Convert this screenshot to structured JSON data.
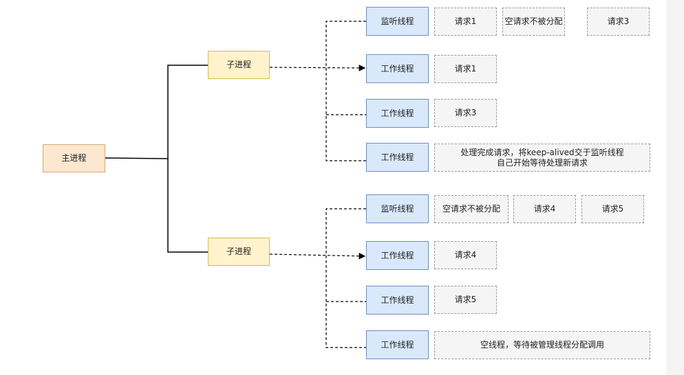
{
  "main_process": "主进程",
  "child_processes": [
    {
      "label": "子进程",
      "listener": {
        "label": "监听线程",
        "requests": [
          "请求1",
          "空请求不被分配",
          "请求3"
        ]
      },
      "workers": [
        {
          "label": "工作线程",
          "note": [
            "请求1"
          ]
        },
        {
          "label": "工作线程",
          "note": [
            "请求3"
          ]
        },
        {
          "label": "工作线程",
          "note": [
            "处理完成请求，将keep-alived交于监听线程",
            "自己开始等待处理新请求"
          ]
        }
      ]
    },
    {
      "label": "子进程",
      "listener": {
        "label": "监听线程",
        "requests": [
          "空请求不被分配",
          "请求4",
          "请求5"
        ]
      },
      "workers": [
        {
          "label": "工作线程",
          "note": [
            "请求4"
          ]
        },
        {
          "label": "工作线程",
          "note": [
            "请求5"
          ]
        },
        {
          "label": "工作线程",
          "note": [
            "空线程，等待被管理线程分配调用"
          ]
        }
      ]
    }
  ],
  "colors": {
    "main_fill": "#fde7d0",
    "main_stroke": "#d7a86c",
    "process_fill": "#fff3cc",
    "process_stroke": "#d6b656",
    "thread_fill": "#dae8fc",
    "thread_stroke": "#6c8ebf",
    "request_fill": "#f5f5f5",
    "request_stroke": "#9a9a9a"
  }
}
